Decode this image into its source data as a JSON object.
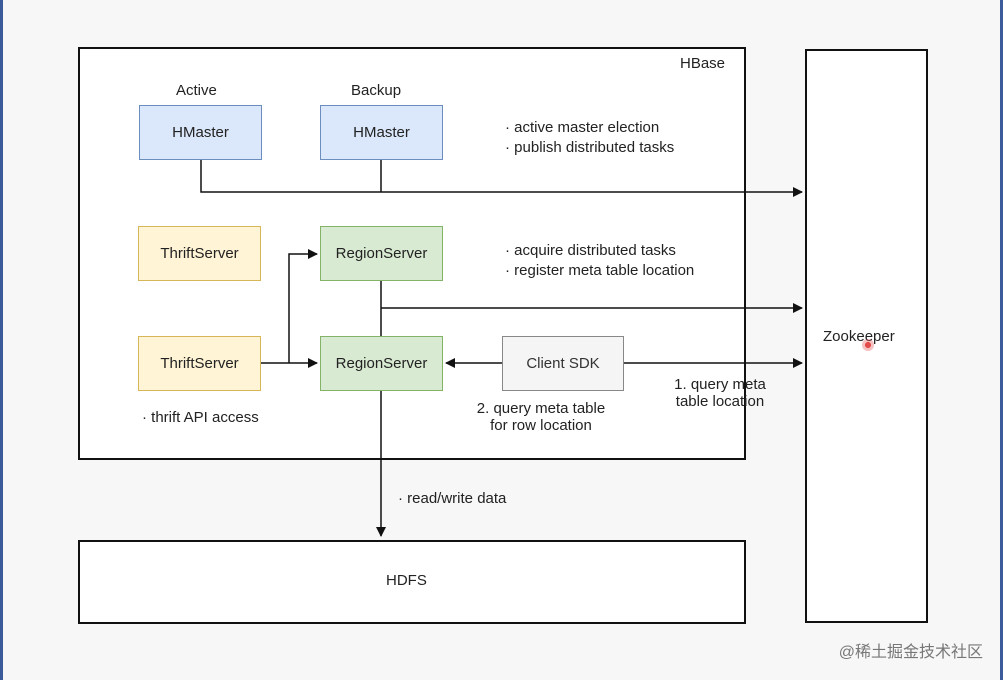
{
  "hbase": {
    "title": "HBase",
    "active_label": "Active",
    "backup_label": "Backup",
    "hmaster_active": "HMaster",
    "hmaster_backup": "HMaster",
    "master_notes": [
      "· active master election",
      "· publish distributed tasks"
    ],
    "thrift_1": "ThriftServer",
    "thrift_2": "ThriftServer",
    "region_1": "RegionServer",
    "region_2": "RegionServer",
    "region_notes": [
      "· acquire distributed tasks",
      "· register meta table location"
    ],
    "client_sdk": "Client SDK",
    "thrift_note": "· thrift API access",
    "query_row": [
      "2. query meta table",
      "for row location"
    ],
    "query_meta": [
      "1. query meta",
      "table location"
    ]
  },
  "zookeeper": "Zookeeper",
  "hdfs": "HDFS",
  "read_write": "· read/write data",
  "watermark": "@稀土掘金技术社区"
}
